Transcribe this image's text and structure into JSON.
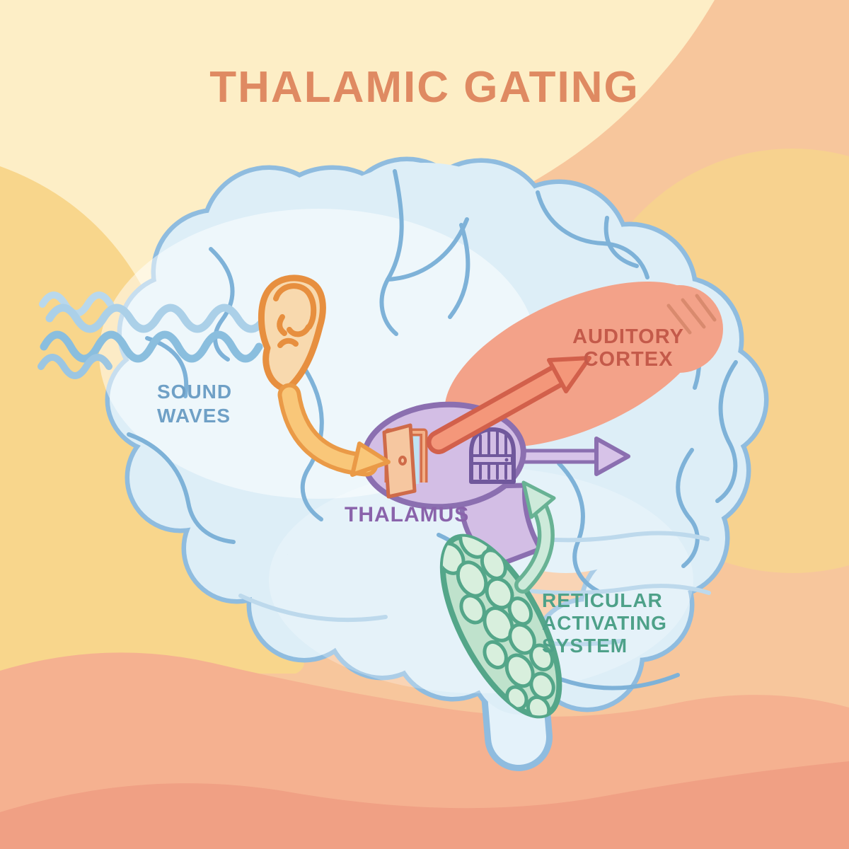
{
  "title": "THALAMIC GATING",
  "diagram": {
    "labels": {
      "sound_waves": "SOUND\nWAVES",
      "auditory_cortex": "AUDITORY\nCORTEX",
      "thalamus": "THALAMUS",
      "reticular_activating_system": "RETICULAR\nACTIVATING\nSYSTEM"
    },
    "icons": [
      "sound-waves-icon",
      "ear-icon",
      "input-arrow-icon",
      "open-gate-door-icon",
      "closed-gate-door-icon",
      "thalamocortical-arrow-icon",
      "gated-output-arrow-icon",
      "ras-arousal-arrow-icon",
      "brain-illustration",
      "brainstem-illustration",
      "auditory-cortex-region",
      "thalamus-region",
      "reticular-activating-system-region"
    ],
    "colors": {
      "background_cream": "#fdeec6",
      "background_gold": "#f8d68c",
      "background_peach": "#f7c69c",
      "background_salmon_light": "#f5b190",
      "background_salmon": "#f0a084",
      "title_text": "#df8a62",
      "brain_fill": "#ddeef7",
      "brain_outline": "#8fbcdf",
      "sulci_blue": "#7eb2d8",
      "sound_wave_blue": "#8abede",
      "sound_waves_text": "#6fa0c6",
      "ear_orange": "#e78f3f",
      "input_arrow_orange": "#f9c779",
      "thalamus_fill": "#d3bee5",
      "thalamus_stroke": "#8b6fb0",
      "thalamus_text": "#8a63ab",
      "open_door_orange": "#d5704b",
      "auditory_arrow_red_fill": "#f4977a",
      "auditory_arrow_red_stroke": "#d2604b",
      "auditory_cortex_fill": "#f3a289",
      "auditory_cortex_text": "#c45a4a",
      "ras_green_stroke": "#54a689",
      "ras_green_fill": "#bfe2cc",
      "ras_text": "#4ea189"
    }
  }
}
